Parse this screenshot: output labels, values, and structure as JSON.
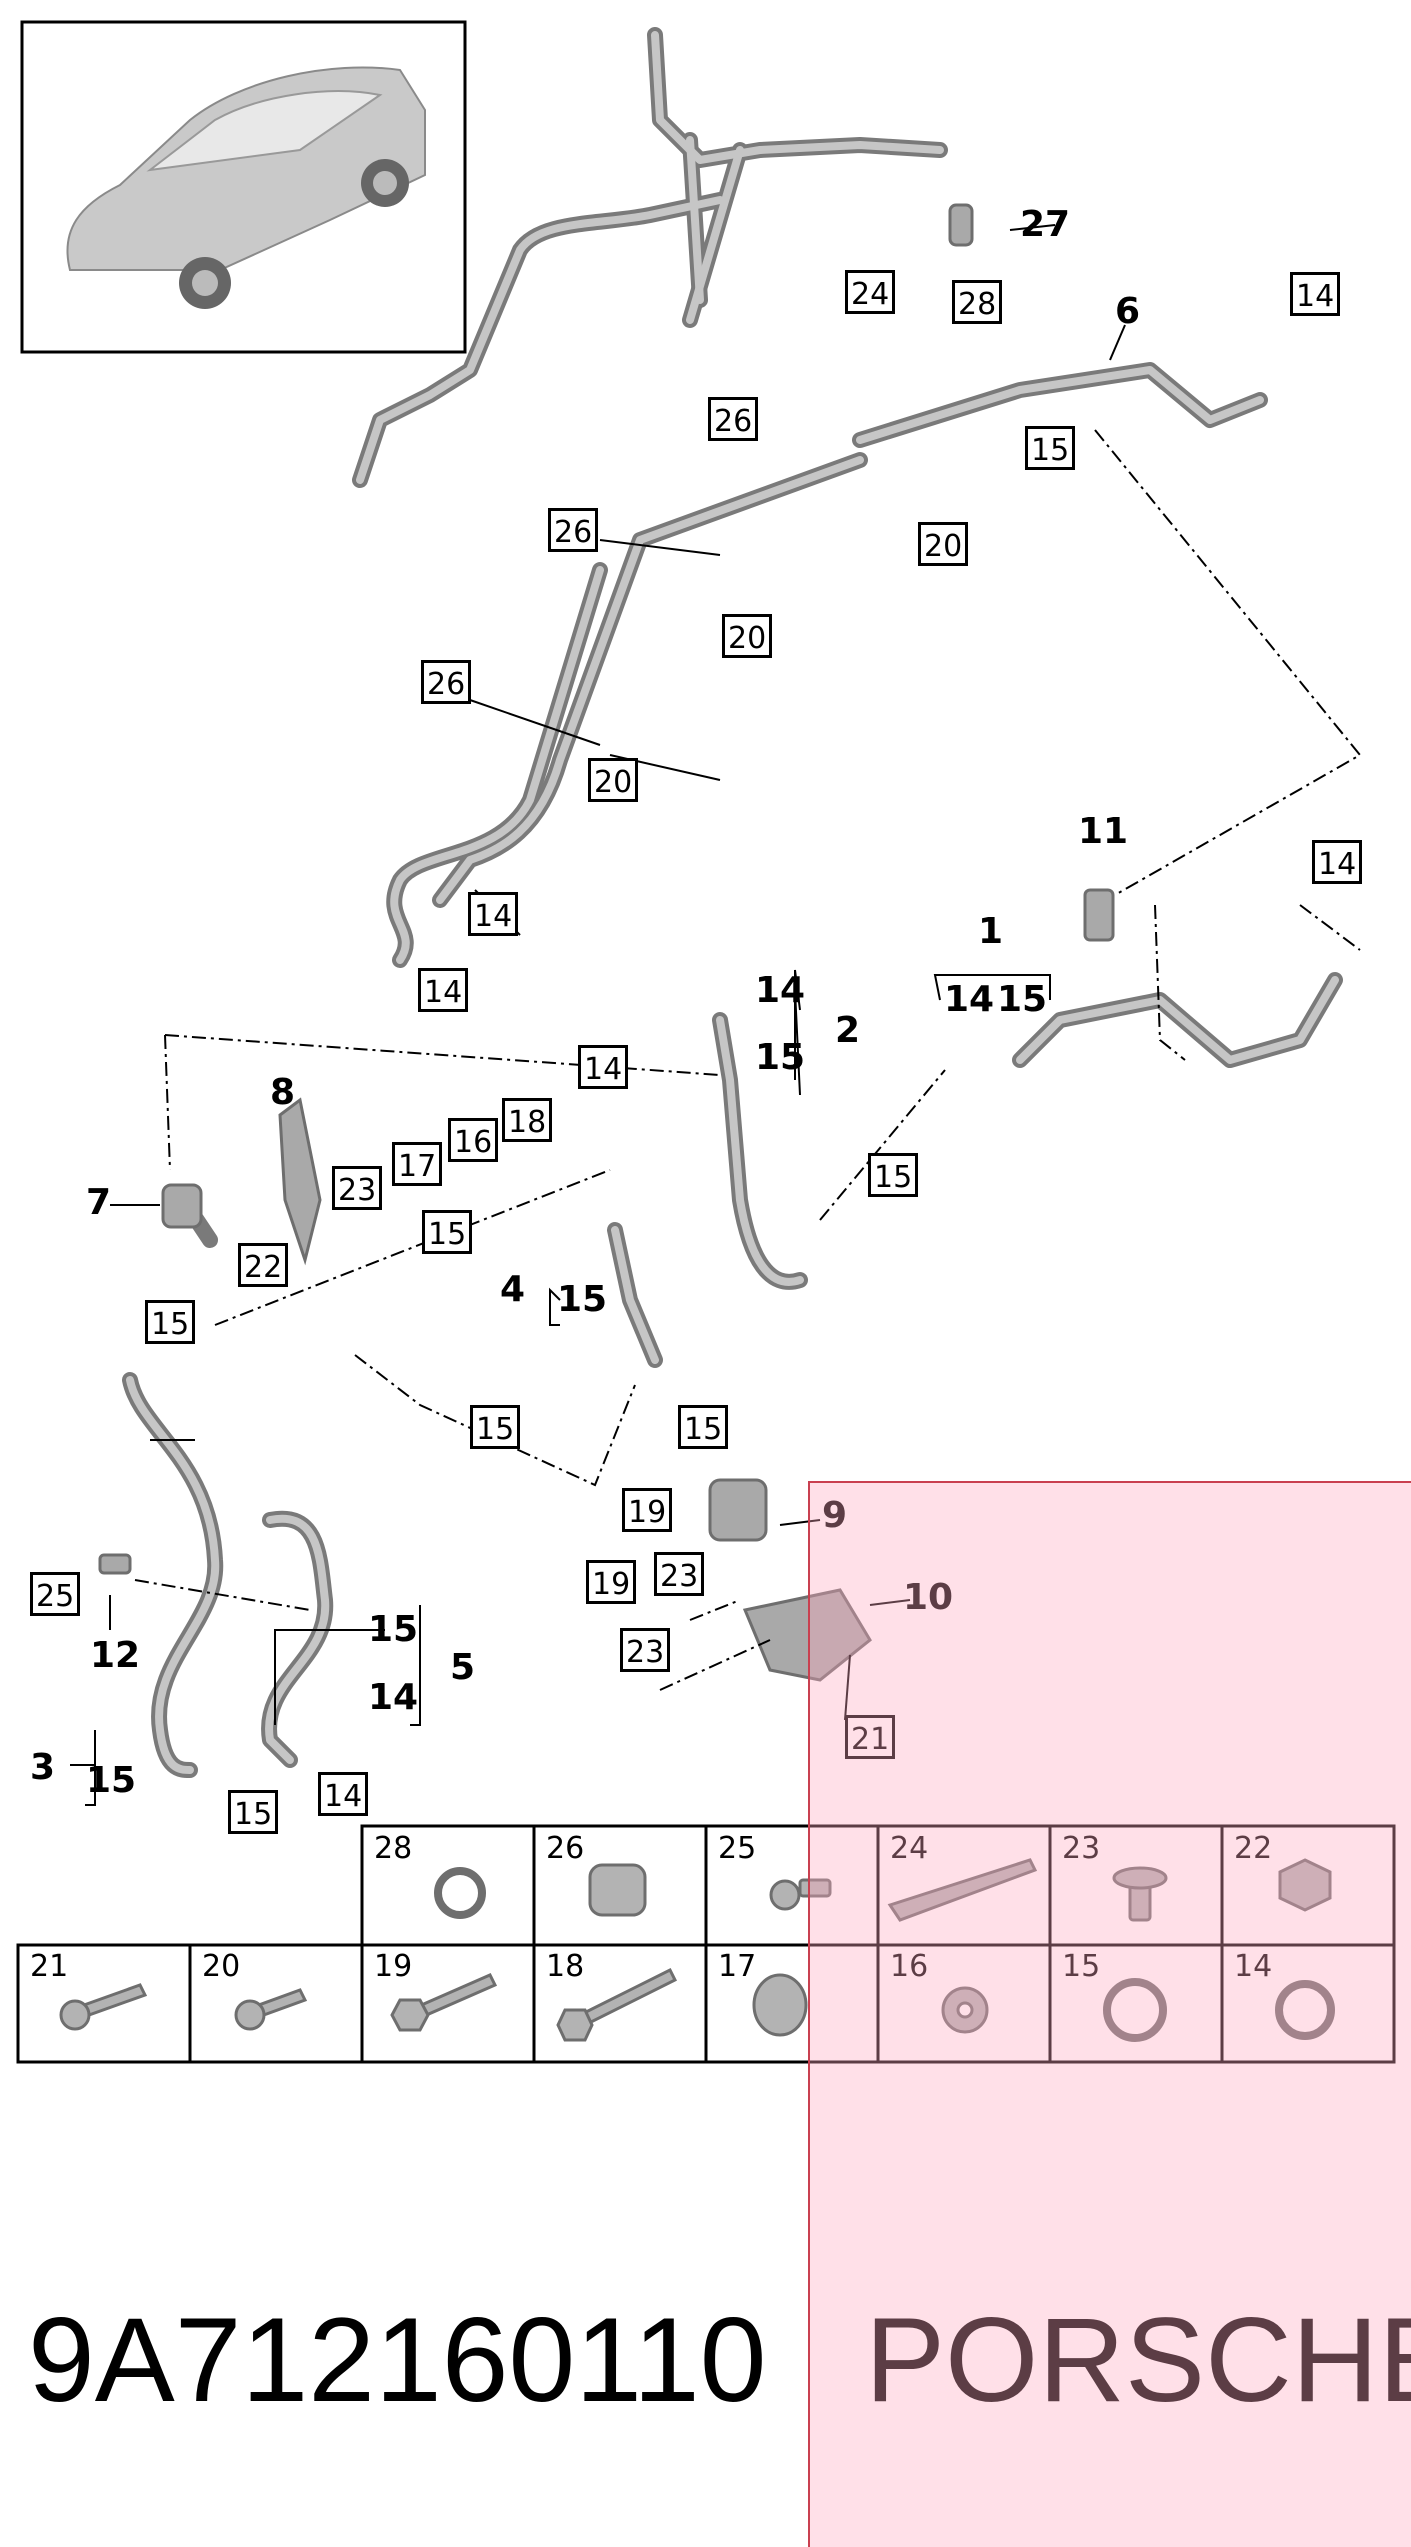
{
  "part_number": "9A712160110",
  "brand": "PORSCHE",
  "colors": {
    "overlay": "#ffa8be",
    "overlay_border": "#c94050",
    "part_fill": "#a9a9a9",
    "part_stroke": "#6e6e6e"
  },
  "callouts": {
    "c27": "27",
    "c6": "6",
    "c11": "11",
    "c1": "1",
    "c2": "2",
    "c8": "8",
    "c7": "7",
    "c4": "4",
    "c9": "9",
    "c10": "10",
    "c12": "12",
    "c5": "5",
    "c3": "3",
    "b1_14": "14",
    "b1_15": "15",
    "b2_14": "14",
    "b2_15": "15",
    "b4_15": "15",
    "b5_15": "15",
    "b5_14": "14",
    "b3_15": "15"
  },
  "boxes": {
    "b24": "24",
    "b28": "28",
    "b14a": "14",
    "b26a": "26",
    "b15a": "15",
    "b20a": "20",
    "b26b": "26",
    "b20b": "20",
    "b26c": "26",
    "b20c": "20",
    "b14b": "14",
    "b14c": "14",
    "b14d": "14",
    "b14e": "14",
    "b18": "18",
    "b16": "16",
    "b17": "17",
    "b23a": "23",
    "b22": "22",
    "b15b": "15",
    "b15c": "15",
    "b15d": "15",
    "b15e": "15",
    "b15f": "15",
    "b19a": "19",
    "b23b": "23",
    "b19b": "19",
    "b23c": "23",
    "b21": "21",
    "b25": "25",
    "b15g": "15",
    "b14f": "14"
  },
  "parts_table": {
    "row1": [
      "28",
      "26",
      "25",
      "24",
      "23",
      "22"
    ],
    "row2": [
      "21",
      "20",
      "19",
      "18",
      "17",
      "16",
      "15",
      "14"
    ]
  }
}
